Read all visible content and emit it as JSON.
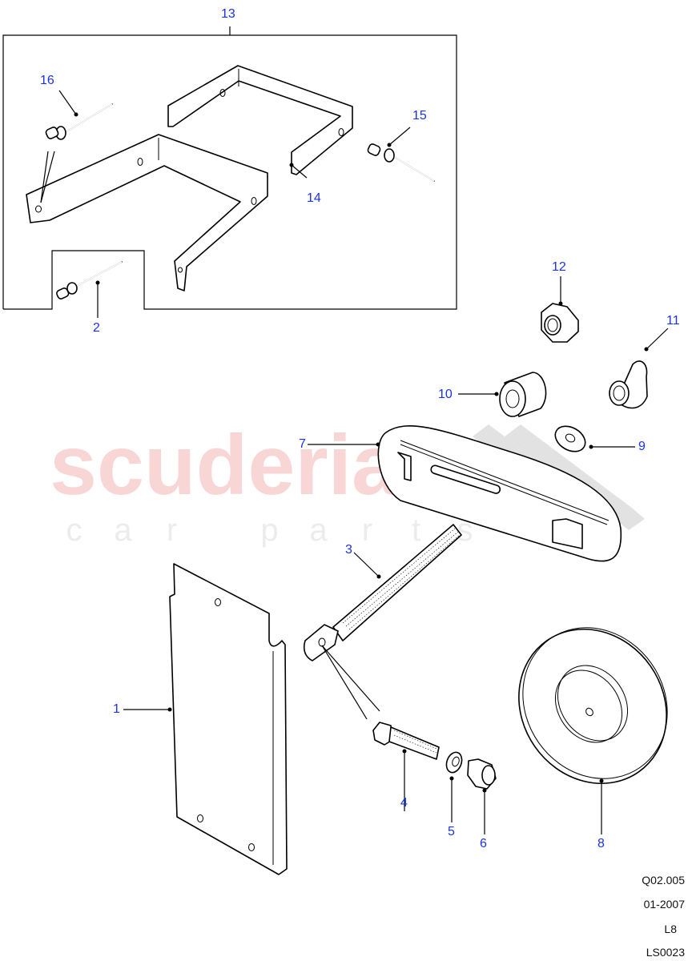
{
  "diagram": {
    "type": "exploded parts diagram",
    "watermark": {
      "brand": "scuderia",
      "tagline": [
        "c",
        "a",
        "r",
        " ",
        "p",
        "a",
        "r",
        "t",
        "s"
      ],
      "tagline_text": "car parts"
    },
    "group_box": {
      "label": "13",
      "contains": [
        "2",
        "14",
        "15",
        "16"
      ]
    },
    "callouts": [
      {
        "id": "1",
        "label": "1"
      },
      {
        "id": "2",
        "label": "2"
      },
      {
        "id": "3",
        "label": "3"
      },
      {
        "id": "4",
        "label": "4"
      },
      {
        "id": "5",
        "label": "5"
      },
      {
        "id": "6",
        "label": "6"
      },
      {
        "id": "7",
        "label": "7"
      },
      {
        "id": "8",
        "label": "8"
      },
      {
        "id": "9",
        "label": "9"
      },
      {
        "id": "10",
        "label": "10"
      },
      {
        "id": "11",
        "label": "11"
      },
      {
        "id": "12",
        "label": "12"
      },
      {
        "id": "13",
        "label": "13"
      },
      {
        "id": "14",
        "label": "14"
      },
      {
        "id": "15",
        "label": "15"
      },
      {
        "id": "16",
        "label": "16"
      }
    ],
    "parts": {
      "1": "plate panel",
      "2": "rivet",
      "3": "threaded rod with eye",
      "4": "bolt",
      "5": "washer",
      "6": "nylock nut",
      "7": "clamp plate",
      "8": "dished disc",
      "9": "flat washer",
      "10": "spacer",
      "11": "wing nut",
      "12": "hex nut",
      "13": "bracket kit",
      "14": "u-bracket",
      "15": "rivet",
      "16": "rivet"
    },
    "meta": {
      "ref": "Q02.005",
      "date": "01-2007",
      "model": "L8",
      "illustration_id": "LS0023"
    },
    "colors": {
      "callout": "#1a33e6",
      "line": "#000000",
      "watermark_red": "#f9d6d6",
      "watermark_grey": "#ececec",
      "checker": "#e0e0e0"
    }
  }
}
